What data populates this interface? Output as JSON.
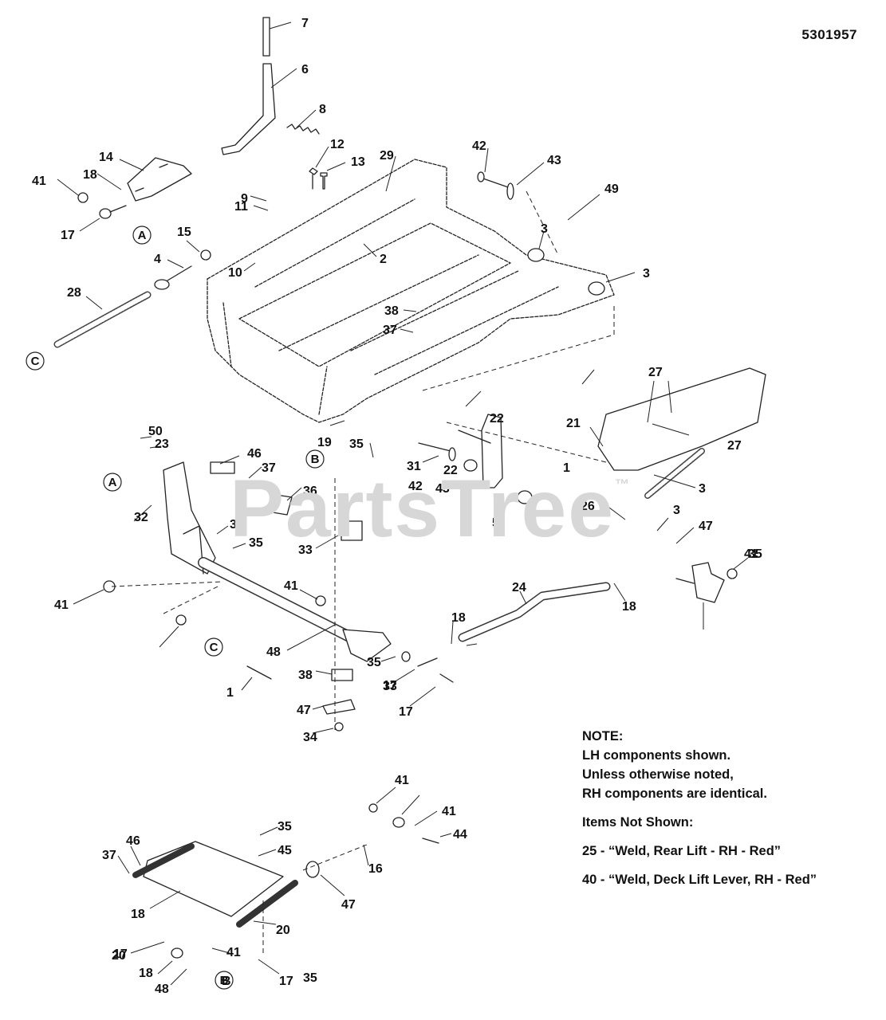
{
  "document_number": "5301957",
  "watermark": {
    "text": "PartsTree",
    "mark": "™"
  },
  "callouts": [
    "7",
    "6",
    "8",
    "12",
    "13",
    "14",
    "18",
    "41",
    "17",
    "29",
    "42",
    "43",
    "49",
    "11",
    "9",
    "10",
    "2",
    "3",
    "3",
    "15",
    "4",
    "28",
    "38",
    "37",
    "A",
    "C",
    "27",
    "27",
    "22",
    "21",
    "50",
    "23",
    "46",
    "37",
    "31",
    "1",
    "42",
    "22",
    "43",
    "3",
    "5",
    "26",
    "3",
    "47",
    "35",
    "32",
    "A",
    "39",
    "35",
    "36",
    "33",
    "17",
    "41",
    "41",
    "41",
    "41",
    "24",
    "18",
    "18",
    "C",
    "48",
    "35",
    "38",
    "33",
    "17",
    "47",
    "34",
    "1",
    "19",
    "35",
    "B",
    "B",
    "41",
    "17",
    "35",
    "46",
    "45",
    "37",
    "44",
    "47",
    "16",
    "18",
    "20",
    "20",
    "41",
    "18",
    "17",
    "48",
    "35",
    "B"
  ],
  "notes": {
    "heading": "NOTE:",
    "lines": [
      "LH components shown.",
      "Unless otherwise noted,",
      "RH components are identical."
    ],
    "not_shown_heading": "Items Not Shown:",
    "not_shown": [
      "25 - “Weld, Rear Lift - RH - Red”",
      "40 - “Weld, Deck Lift Lever, RH - Red”"
    ]
  }
}
